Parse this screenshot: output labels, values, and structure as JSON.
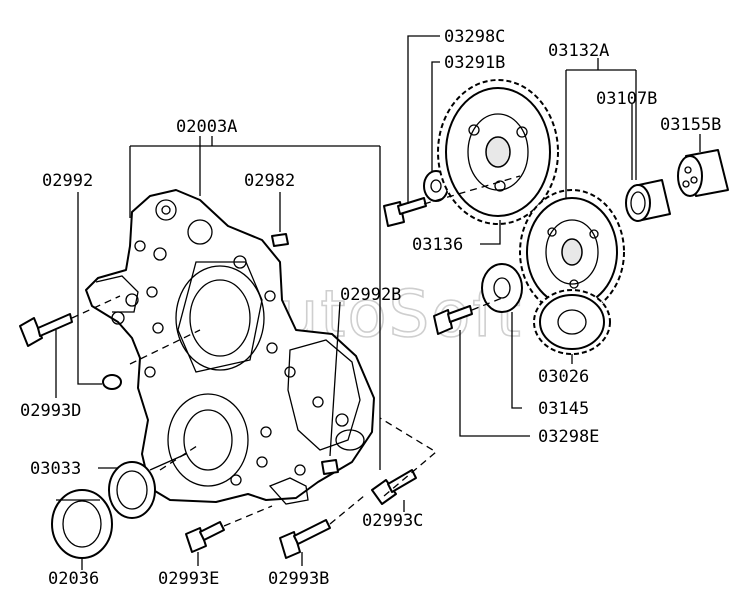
{
  "watermark": "AutoSoft",
  "labels": {
    "p02003A": "02003A",
    "p02992": "02992",
    "p02982": "02982",
    "p02992B": "02992B",
    "p02993D": "02993D",
    "p03033": "03033",
    "p02036": "02036",
    "p02993E": "02993E",
    "p02993B": "02993B",
    "p02993C": "02993C",
    "p03298C": "03298C",
    "p03291B": "03291B",
    "p03132A": "03132A",
    "p03107B": "03107B",
    "p03155B": "03155B",
    "p03136": "03136",
    "p03026": "03026",
    "p03145": "03145",
    "p03298E": "03298E"
  }
}
